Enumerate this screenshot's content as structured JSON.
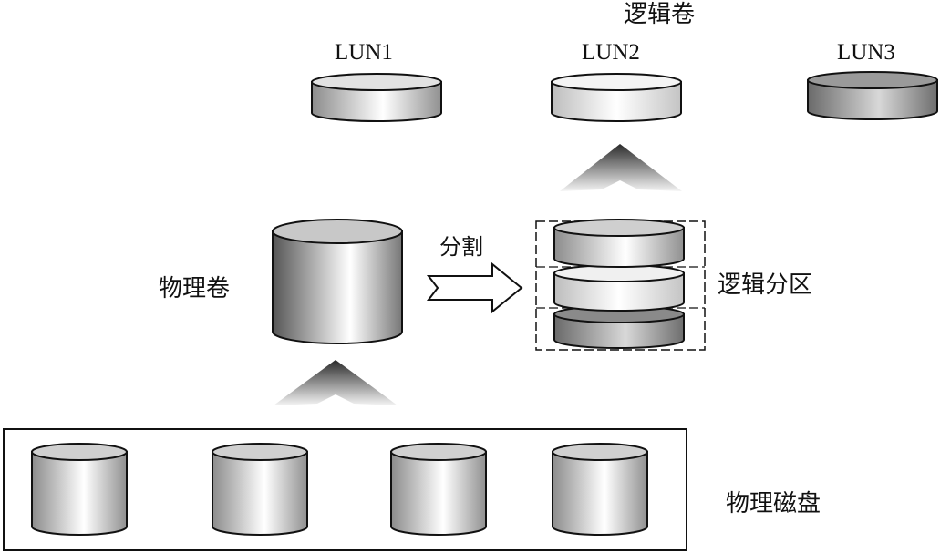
{
  "title": "逻辑卷",
  "luns": [
    {
      "label": "LUN1",
      "shade": "#dcdcdc"
    },
    {
      "label": "LUN2",
      "shade": "#eeeeee"
    },
    {
      "label": "LUN3",
      "shade": "#8a8a8a"
    }
  ],
  "physical_volume_label": "物理卷",
  "split_label": "分割",
  "logical_partition_label": "逻辑分区",
  "physical_disk_label": "物理磁盘",
  "partitions": [
    {
      "shade": "#cfcfcf"
    },
    {
      "shade": "#eeeeee"
    },
    {
      "shade": "#8a8a8a"
    }
  ],
  "disk_count": 4
}
